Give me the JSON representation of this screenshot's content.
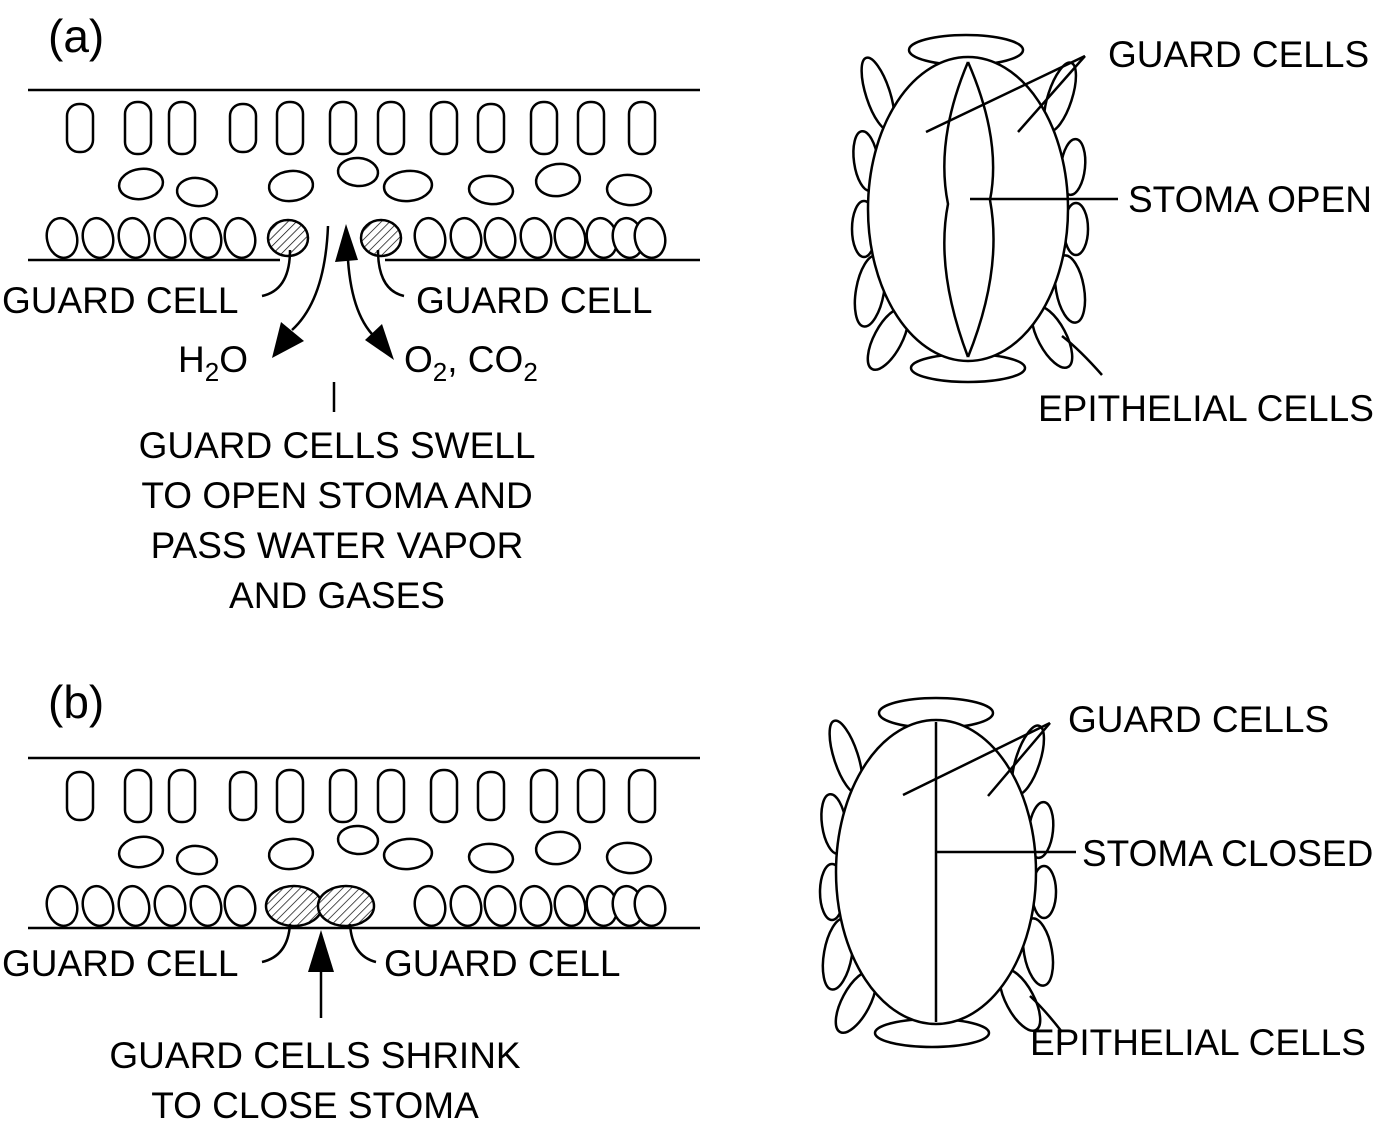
{
  "panels": {
    "a": {
      "label": "(a)",
      "guard_cell_left": "GUARD CELL",
      "guard_cell_right": "GUARD CELL",
      "water": {
        "main": "H",
        "sub": "2",
        "tail": "O"
      },
      "gases": {
        "o": "O",
        "o_sub": "2",
        "sep": ", CO",
        "co_sub": "2"
      },
      "caption": [
        "GUARD CELLS SWELL",
        "TO OPEN STOMA AND",
        "PASS WATER VAPOR",
        "AND GASES"
      ],
      "top_view": {
        "guard_cells": "GUARD CELLS",
        "stoma": "STOMA OPEN",
        "epithelial": "EPITHELIAL CELLS"
      }
    },
    "b": {
      "label": "(b)",
      "guard_cell_left": "GUARD CELL",
      "guard_cell_right": "GUARD CELL",
      "caption": [
        "GUARD CELLS SHRINK",
        "TO CLOSE STOMA"
      ],
      "top_view": {
        "guard_cells": "GUARD CELLS",
        "stoma": "STOMA CLOSED",
        "epithelial": "EPITHELIAL CELLS"
      }
    }
  }
}
